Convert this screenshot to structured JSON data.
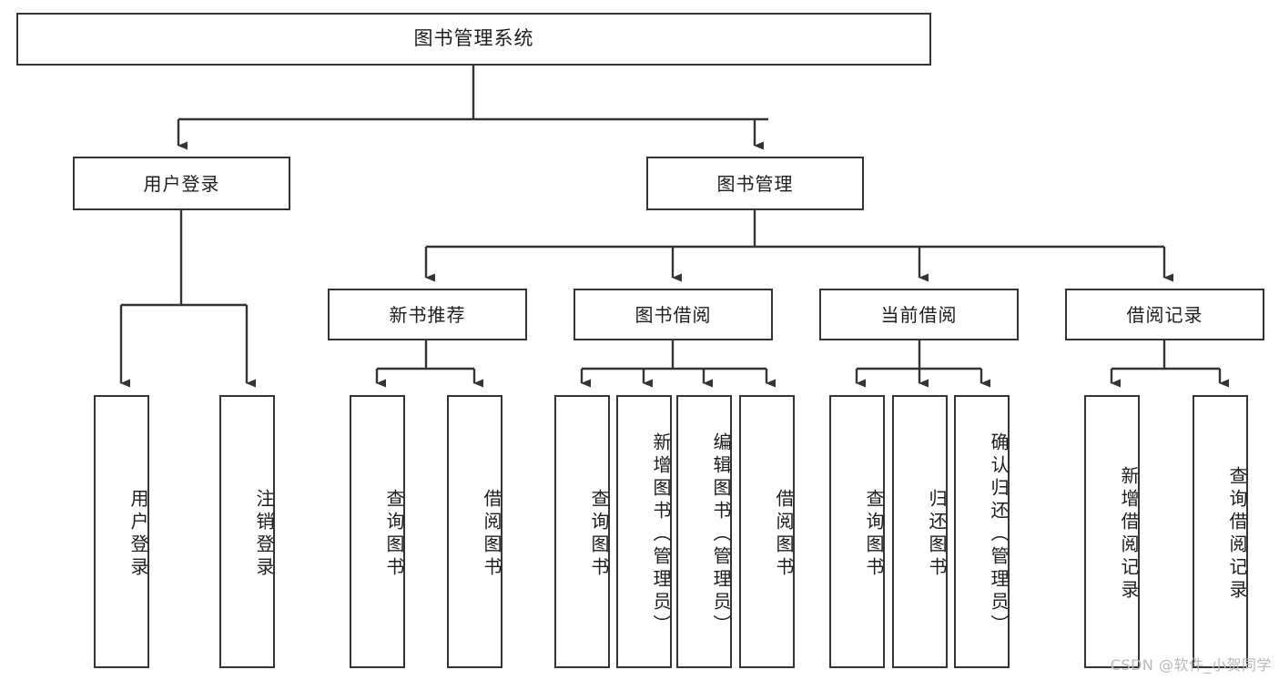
{
  "diagram": {
    "title": "图书管理系统",
    "type": "tree",
    "watermark": "CSDN @软件_小贺同学",
    "colors": {
      "border": "#343434",
      "fill": "#ffffff",
      "text": "#1d1d1d",
      "watermark": "#b9b9b9",
      "background": "#ffffff"
    },
    "root": {
      "label": "图书管理系统"
    },
    "level2": [
      {
        "label": "用户登录"
      },
      {
        "label": "图书管理"
      }
    ],
    "level3": [
      {
        "label": "新书推荐"
      },
      {
        "label": "图书借阅"
      },
      {
        "label": "当前借阅"
      },
      {
        "label": "借阅记录"
      }
    ],
    "leaves": {
      "user_login": [
        {
          "label": "用户登录"
        },
        {
          "label": "注销登录"
        }
      ],
      "new_book_recommend": [
        {
          "label": "查询图书"
        },
        {
          "label": "借阅图书"
        }
      ],
      "book_borrow": [
        {
          "label": "查询图书"
        },
        {
          "label": "新增图书（管理员）"
        },
        {
          "label": "编辑图书（管理员）"
        },
        {
          "label": "借阅图书"
        }
      ],
      "current_borrow": [
        {
          "label": "查询图书"
        },
        {
          "label": "归还图书"
        },
        {
          "label": "确认归还（管理员）"
        }
      ],
      "borrow_record": [
        {
          "label": "新增借阅记录"
        },
        {
          "label": "查询借阅记录"
        }
      ]
    }
  }
}
